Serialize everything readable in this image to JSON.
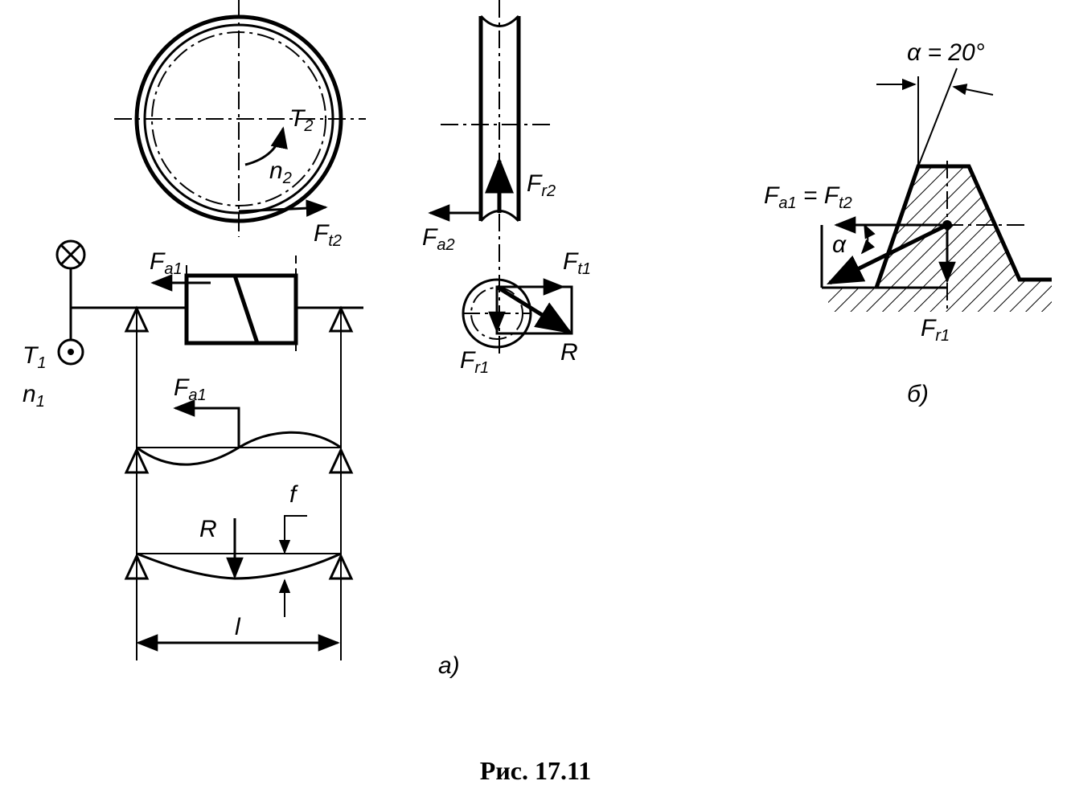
{
  "labels": {
    "T2": {
      "main": "T",
      "sub": "2"
    },
    "n2": {
      "main": "n",
      "sub": "2"
    },
    "Ft2": {
      "main": "F",
      "sub": "t2"
    },
    "Fa1_top": {
      "main": "F",
      "sub": "a1"
    },
    "T1": {
      "main": "T",
      "sub": "1"
    },
    "n1": {
      "main": "n",
      "sub": "1"
    },
    "Fa1_beam": {
      "main": "F",
      "sub": "a1"
    },
    "R_beam": "R",
    "f_beam": "f",
    "l_beam": "l",
    "Fr2": {
      "main": "F",
      "sub": "r2"
    },
    "Fa2": {
      "main": "F",
      "sub": "a2"
    },
    "Ft1": {
      "main": "F",
      "sub": "t1"
    },
    "Fr1_a": {
      "main": "F",
      "sub": "r1"
    },
    "R_circle": "R",
    "alpha_eq": "α = 20°",
    "Fa1_eq_Ft2": {
      "main1": "F",
      "sub1": "a1",
      "eq": " = ",
      "main2": "F",
      "sub2": "t2"
    },
    "alpha_b": "α",
    "Fr1_b": {
      "main": "F",
      "sub": "r1"
    },
    "part_a": "a)",
    "part_b": "б)"
  },
  "caption": "Рис. 17.11"
}
